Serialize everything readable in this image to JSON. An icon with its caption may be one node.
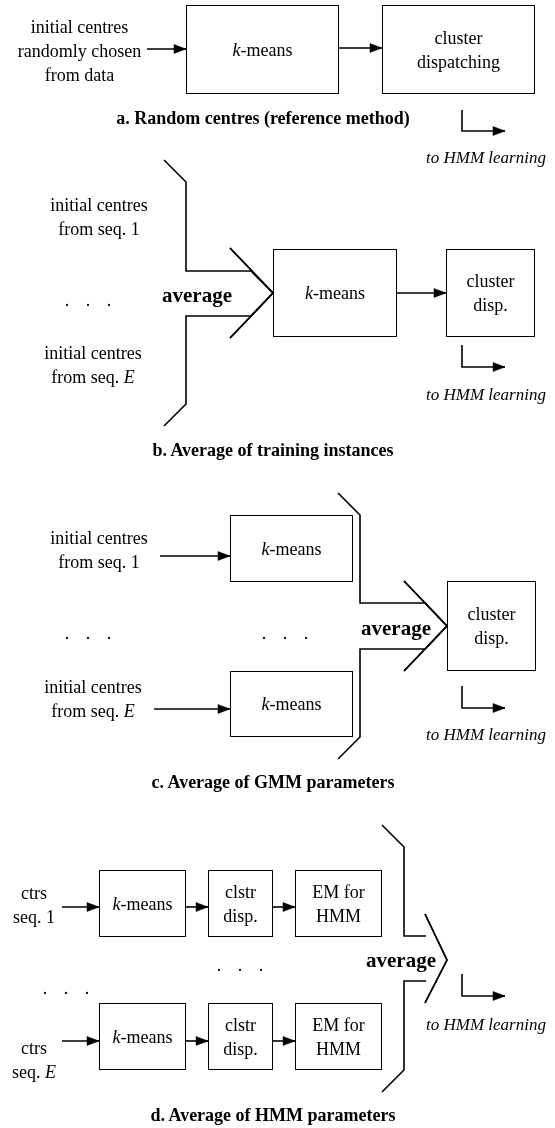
{
  "diagram": {
    "nodes": [
      {
        "text": [
          "initial centres randomly chosen from data"
        ]
      },
      {
        "text": [
          "*k*-means"
        ]
      },
      {
        "text": [
          "cluster dispatching"
        ]
      },
      {
        "text": [
          "initial centres from seq. 1"
        ]
      },
      {
        "text": [
          "initial centres from seq. *E*"
        ]
      },
      {
        "text": [
          "*k*-means"
        ]
      },
      {
        "text": [
          "cluster disp."
        ]
      },
      {
        "text": [
          "initial centres from seq. 1"
        ]
      },
      {
        "text": [
          "*k*-means"
        ]
      },
      {
        "text": [
          "initial centres from seq. *E*"
        ]
      },
      {
        "text": [
          "*k*-means"
        ]
      },
      {
        "text": [
          "cluster disp."
        ]
      },
      {
        "text": [
          "ctrs seq. 1"
        ]
      },
      {
        "text": [
          "*k*-means"
        ]
      },
      {
        "text": [
          "clstr disp."
        ]
      },
      {
        "text": [
          "EM for HMM"
        ]
      },
      {
        "text": [
          "ctrs seq. *E*"
        ]
      },
      {
        "text": [
          "*k*-means"
        ]
      },
      {
        "text": [
          "clstr disp."
        ]
      },
      {
        "text": [
          "EM for HMM"
        ]
      },
      {
        "text": [
          "average"
        ]
      }
    ],
    "edges": [
      {
        "from": 0,
        "to": 1,
        "arrow": "to"
      },
      {
        "from": 1,
        "to": 2,
        "arrow": "to"
      },
      {
        "from": 3,
        "to": 5,
        "arrow": "to"
      },
      {
        "from": 4,
        "to": 5,
        "arrow": "to"
      },
      {
        "from": 5,
        "to": 6,
        "arrow": "to"
      },
      {
        "from": 7,
        "to": 8,
        "arrow": "to"
      },
      {
        "from": 9,
        "to": 10,
        "arrow": "to"
      },
      {
        "from": 8,
        "to": 11,
        "arrow": "to"
      },
      {
        "from": 10,
        "to": 11,
        "arrow": "to"
      },
      {
        "from": 12,
        "to": 13,
        "arrow": "to"
      },
      {
        "from": 13,
        "to": 14,
        "arrow": "to"
      },
      {
        "from": 14,
        "to": 15,
        "arrow": "to"
      },
      {
        "from": 16,
        "to": 17,
        "arrow": "to"
      },
      {
        "from": 17,
        "to": 18,
        "arrow": "to"
      },
      {
        "from": 18,
        "to": 19,
        "arrow": "to"
      },
      {
        "from": 15,
        "to": 20,
        "arrow": "to"
      },
      {
        "from": 19,
        "to": 20,
        "arrow": "to"
      }
    ],
    "labels": [
      "a. Random centres (reference method)",
      "to HMM learning",
      ". . .",
      "average",
      "to HMM learning",
      "b. Average of training instances",
      ". . .",
      ". . .",
      "average",
      "to HMM learning",
      "c. Average of GMM parameters",
      ". . .",
      ". . .",
      "to HMM learning",
      "d. Average of HMM parameters"
    ]
  }
}
